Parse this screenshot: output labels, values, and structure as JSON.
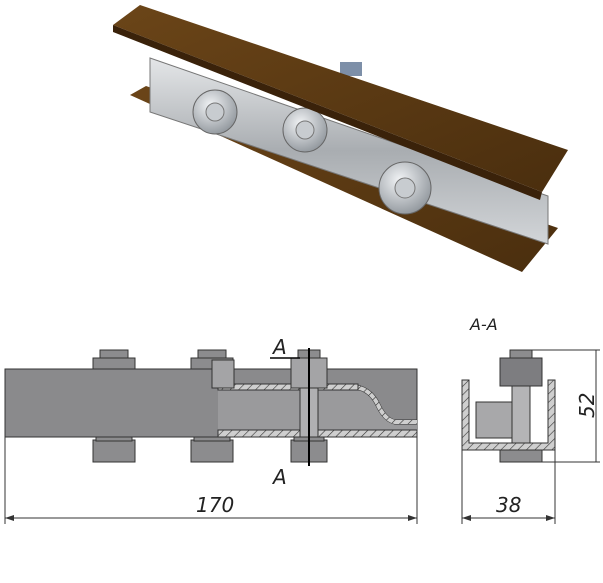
{
  "drawing": {
    "section_marker_top": "A",
    "section_marker_bottom": "A",
    "section_title": "A-A",
    "dim_length": "170",
    "dim_width": "38",
    "dim_height": "52"
  },
  "colors": {
    "channel": "#5a3a14",
    "galvanized": "#b9bcbf",
    "drawing_fill": "#8a8a8c"
  }
}
